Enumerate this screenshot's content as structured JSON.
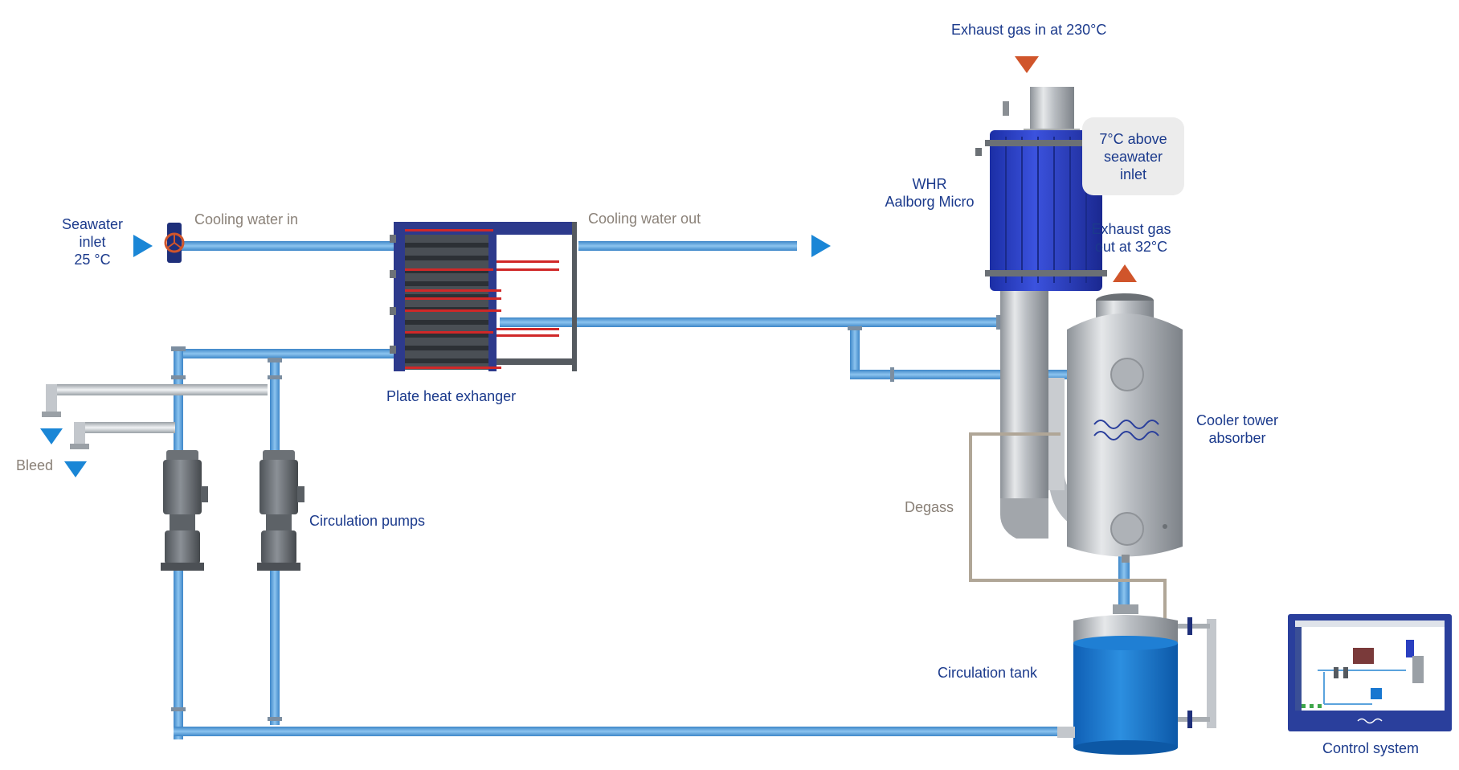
{
  "labels": {
    "exhaust_in": "Exhaust gas in at 230°C",
    "callout": [
      "7°C above",
      "seawater",
      "inlet"
    ],
    "whr": [
      "WHR",
      "Aalborg Micro"
    ],
    "exhaust_out": [
      "Exhaust gas",
      "out at 32°C"
    ],
    "seawater_inlet": [
      "Seawater",
      "inlet",
      "25 °C"
    ],
    "cooling_water_in": "Cooling water in",
    "cooling_water_out": "Cooling water out",
    "plate_heat_exchanger": "Plate heat exhanger",
    "cooler_tower": [
      "Cooler tower",
      "absorber"
    ],
    "bleed": "Bleed",
    "circulation_pumps": "Circulation pumps",
    "degass": "Degass",
    "circulation_tank": "Circulation tank",
    "control_system": "Control system"
  },
  "colors": {
    "pipe_blue": "#5aa3dd",
    "pipe_grey": "#c9cdd2",
    "arrow_blue": "#1a86d6",
    "arrow_orange": "#d0552b",
    "whr_blue": "#2a3fc0",
    "label_blue": "#1b3a8c",
    "label_grey": "#8a8178",
    "degass_line": "#b0a697",
    "tank_blue": "#1877d0",
    "hx_frame": "#2d3a8c",
    "hx_red": "#d02828"
  },
  "icons": {
    "inlet_valve": "valve-icon",
    "alfa_laval_logo": "alfa-laval-logo-icon",
    "monitor": "monitor-icon"
  }
}
